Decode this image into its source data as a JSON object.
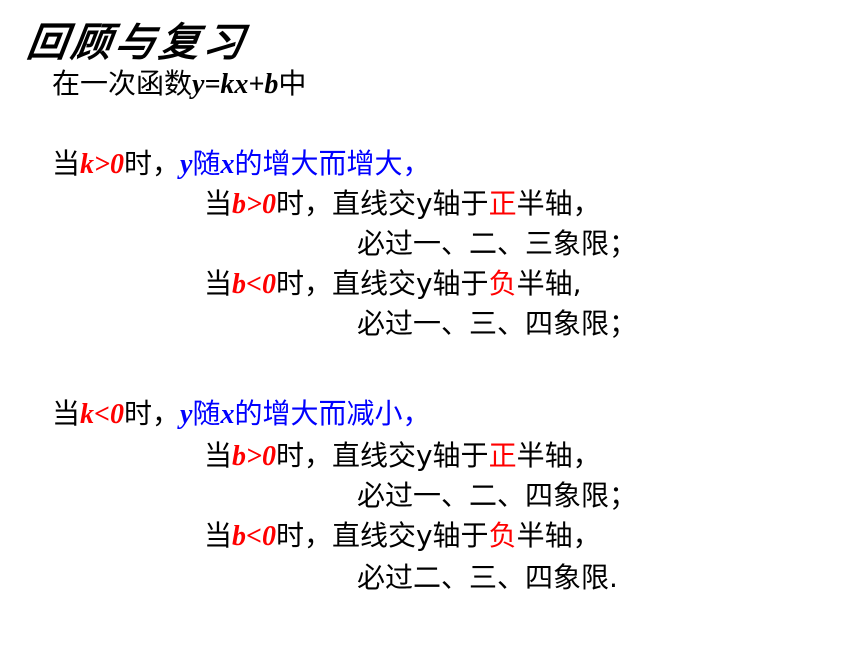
{
  "title": "回顾与复习",
  "intro": {
    "prefix": "在一次函数",
    "formula": "y=kx+b",
    "suffix": "中"
  },
  "colors": {
    "red": "#ff0000",
    "blue": "#0000ff",
    "text": "#000000"
  },
  "case_pos": {
    "dang": "当",
    "cond": "k>0",
    "shi": "时，",
    "trend_y": "y",
    "trend_sui": "随",
    "trend_x": "x",
    "trend_rest": "的增大而增大，",
    "b_pos": {
      "dang": "当",
      "cond": "b>0",
      "mid": "时，直线交y轴于",
      "half": "正",
      "end": "半轴，",
      "quadrants": "必过一、二、三象限；"
    },
    "b_neg": {
      "dang": "当",
      "cond": "b<0",
      "mid": "时，直线交y轴于",
      "half": "负",
      "end": "半轴,",
      "quadrants": "必过一、三、四象限；"
    }
  },
  "case_neg": {
    "dang": "当",
    "cond": "k<0",
    "shi": "时，",
    "trend_y": "y",
    "trend_sui": "随",
    "trend_x": "x",
    "trend_rest": "的增大而减小，",
    "b_pos": {
      "dang": "当",
      "cond": "b>0",
      "mid": "时，直线交y轴于",
      "half": "正",
      "end": "半轴，",
      "quadrants": "必过一、二、四象限；"
    },
    "b_neg": {
      "dang": "当",
      "cond": "b<0",
      "mid": "时，直线交y轴于",
      "half": "负",
      "end": "半轴，",
      "quadrants": "必过二、三、四象限."
    }
  }
}
